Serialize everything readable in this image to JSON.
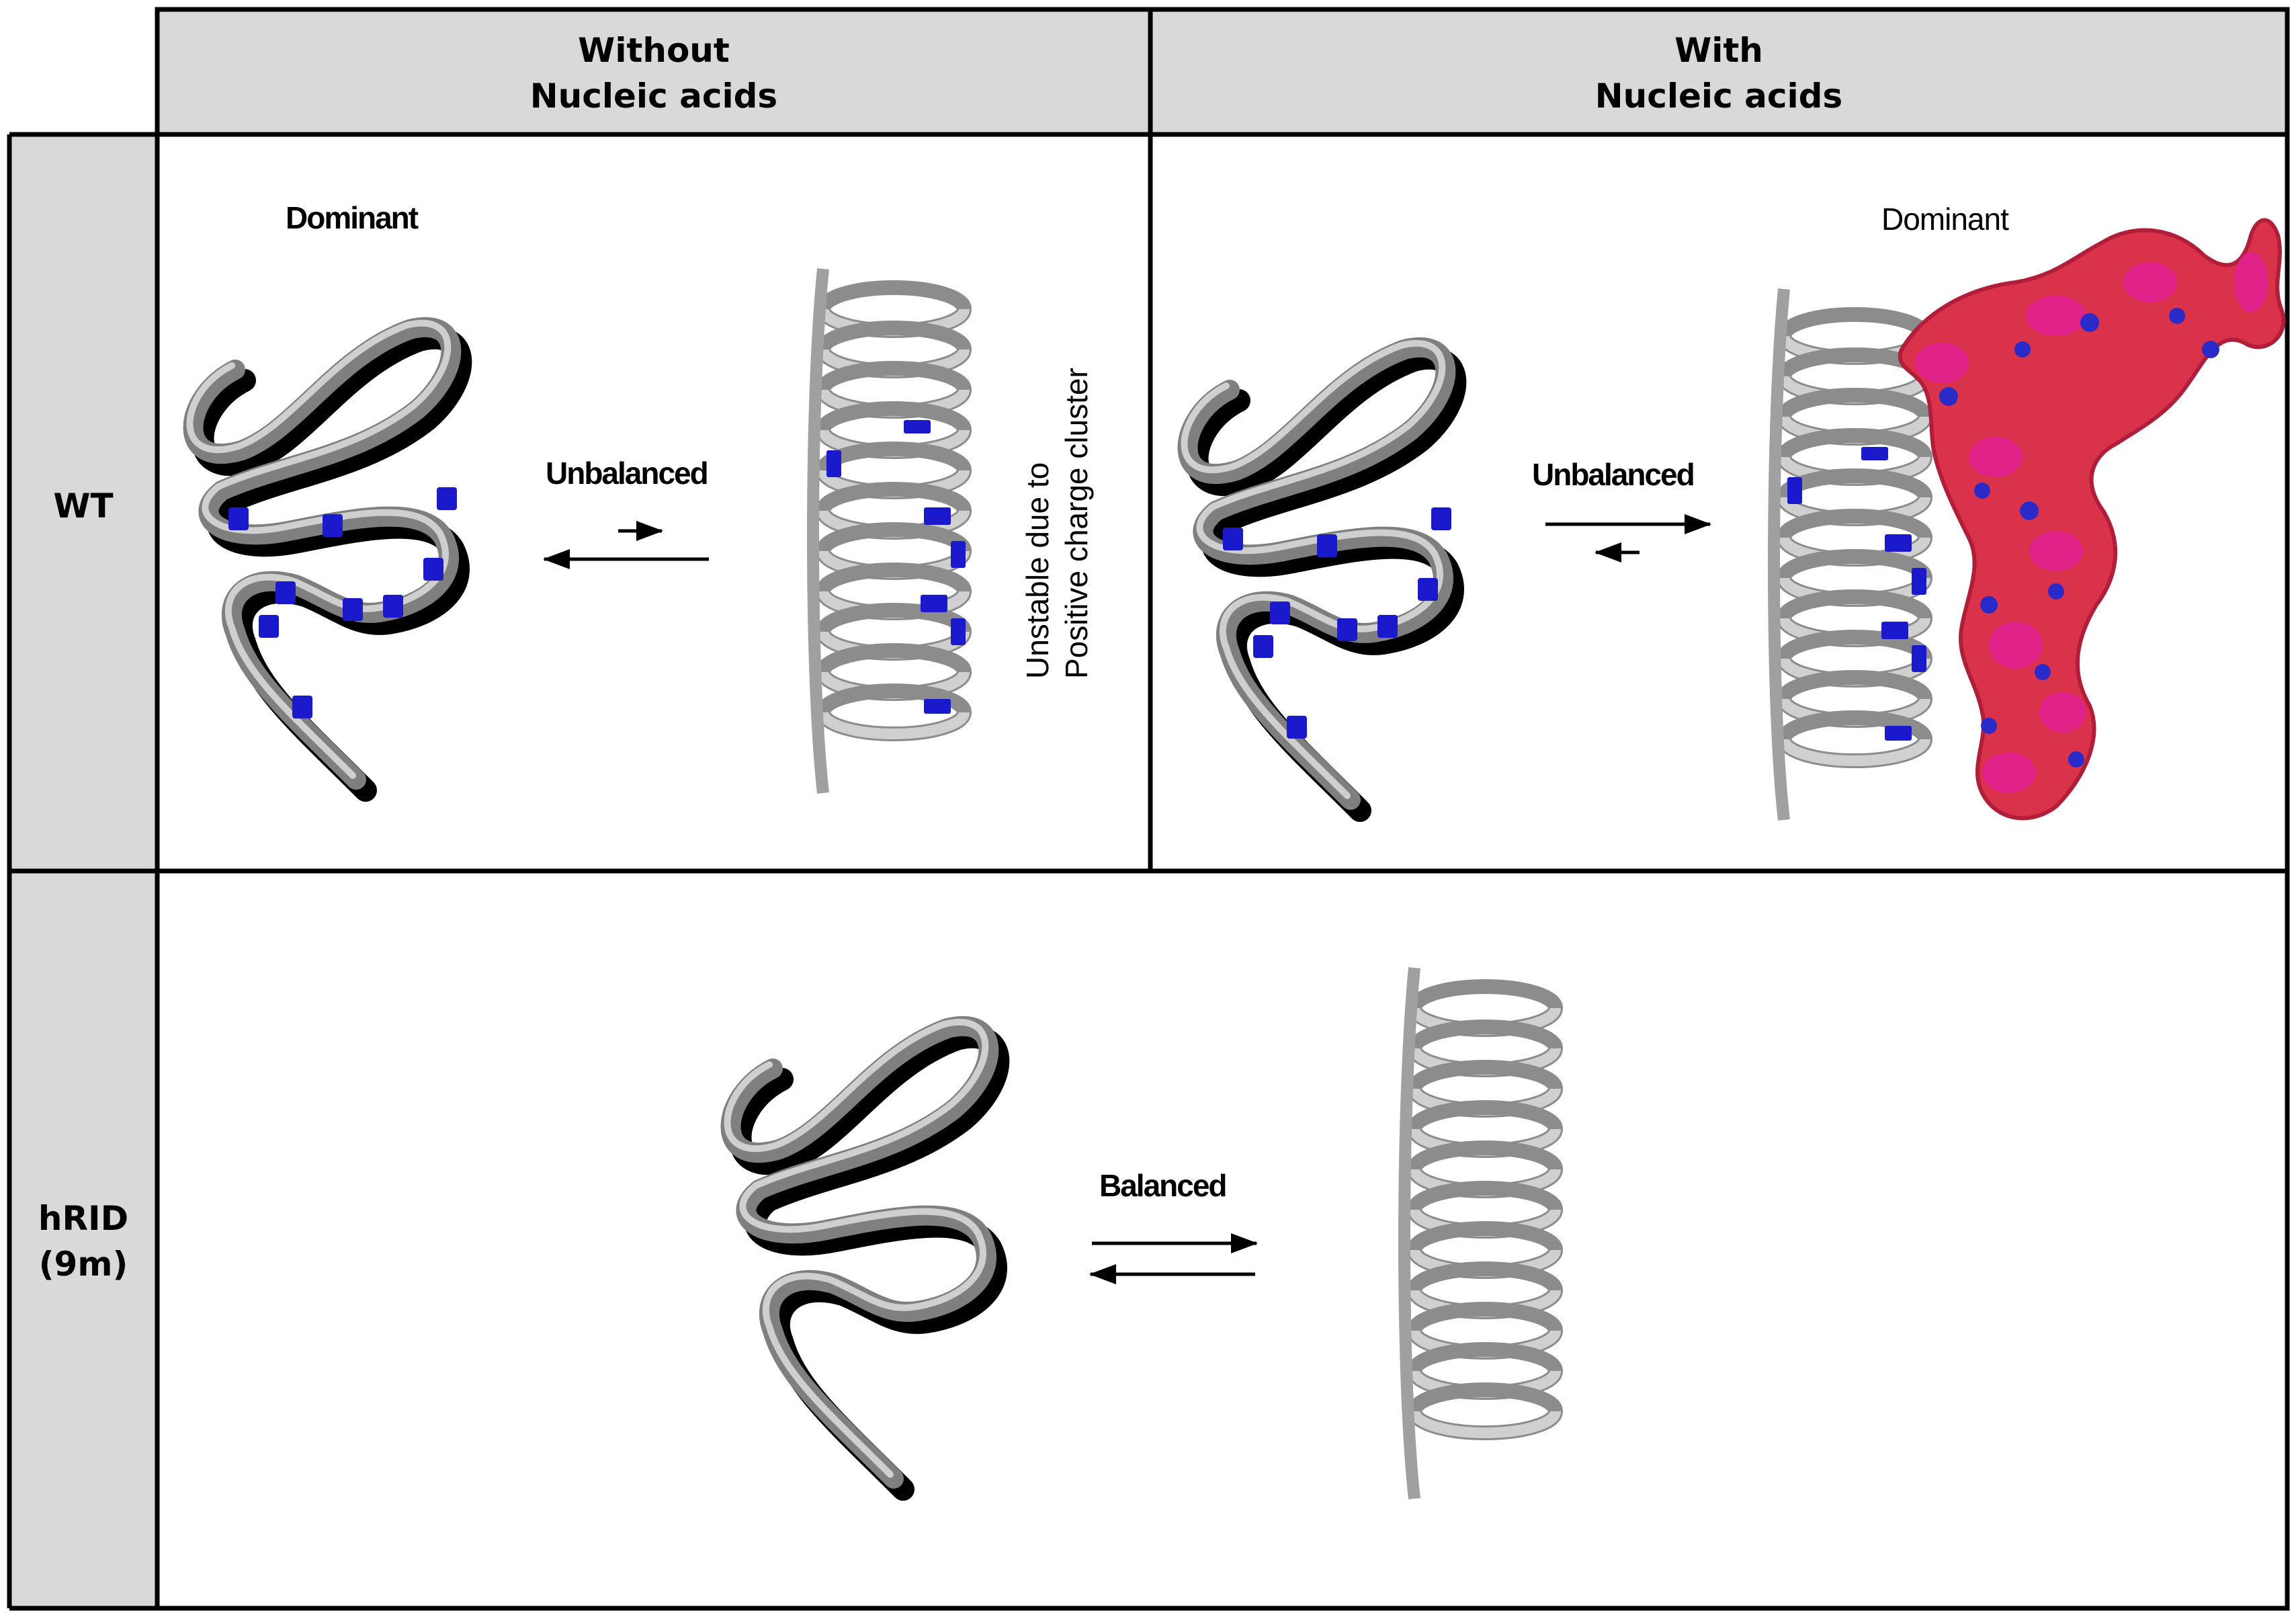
{
  "columns": [
    {
      "line1": "Without",
      "line2": "Nucleic acids"
    },
    {
      "line1": "With",
      "line2": "Nucleic acids"
    }
  ],
  "rows": [
    {
      "line1": "WT",
      "line2": ""
    },
    {
      "line1": "hRID",
      "line2": "(9m)"
    }
  ],
  "cells": {
    "wt_without": {
      "dominant_label": "Dominant",
      "equilibrium_label": "Unbalanced",
      "note_line1": "Unstable  due to",
      "note_line2": "Positive charge cluster"
    },
    "wt_with": {
      "dominant_label": "Dominant",
      "equilibrium_label": "Unbalanced"
    },
    "hrid": {
      "equilibrium_label": "Balanced"
    }
  },
  "colors": {
    "header_fill": "#d9d9d9",
    "grid_line": "#000000",
    "coil_fill": "#a6a6a6",
    "coil_shadow": "#000000",
    "charge_cluster": "#1a1acc",
    "nucleic_acid_surface": "#d9324a",
    "nucleic_acid_highlight": "#e0208f",
    "nucleic_acid_spot": "#2a2ac8"
  }
}
